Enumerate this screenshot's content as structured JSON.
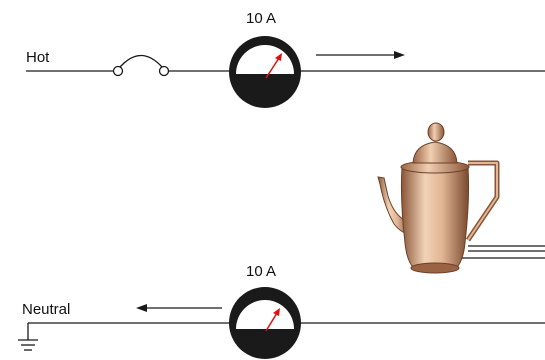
{
  "labels": {
    "hot": "Hot",
    "neutral": "Neutral",
    "top_meter_reading": "10 A",
    "bottom_meter_reading": "10 A"
  },
  "colors": {
    "wire": "#1a1a1a",
    "meter_body": "#1a1a1a",
    "meter_face": "#ffffff",
    "needle": "#e01010",
    "kettle_light": "#f1d2b6",
    "kettle_mid": "#d2a07c",
    "kettle_dark": "#8a5538"
  },
  "icons": {
    "fuse": "fuse-icon",
    "ammeter": "ammeter-icon",
    "kettle": "coffee-pot-icon",
    "ground": "ground-icon"
  }
}
